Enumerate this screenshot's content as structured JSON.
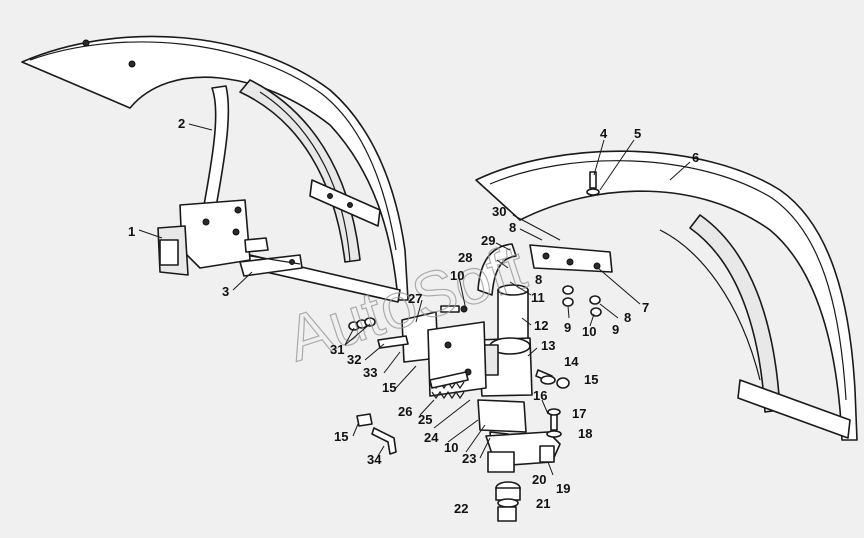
{
  "watermark": "AutoSoft",
  "callouts": [
    {
      "id": "c1",
      "label": "1"
    },
    {
      "id": "c2",
      "label": "2"
    },
    {
      "id": "c3",
      "label": "3"
    },
    {
      "id": "c4",
      "label": "4"
    },
    {
      "id": "c5",
      "label": "5"
    },
    {
      "id": "c6",
      "label": "6"
    },
    {
      "id": "c7",
      "label": "7"
    },
    {
      "id": "c8a",
      "label": "8"
    },
    {
      "id": "c8b",
      "label": "8"
    },
    {
      "id": "c8c",
      "label": "8"
    },
    {
      "id": "c9a",
      "label": "9"
    },
    {
      "id": "c9b",
      "label": "9"
    },
    {
      "id": "c10a",
      "label": "10"
    },
    {
      "id": "c10b",
      "label": "10"
    },
    {
      "id": "c10c",
      "label": "10"
    },
    {
      "id": "c11",
      "label": "11"
    },
    {
      "id": "c12",
      "label": "12"
    },
    {
      "id": "c13",
      "label": "13"
    },
    {
      "id": "c14",
      "label": "14"
    },
    {
      "id": "c15a",
      "label": "15"
    },
    {
      "id": "c15b",
      "label": "15"
    },
    {
      "id": "c15c",
      "label": "15"
    },
    {
      "id": "c16",
      "label": "16"
    },
    {
      "id": "c17",
      "label": "17"
    },
    {
      "id": "c18",
      "label": "18"
    },
    {
      "id": "c19",
      "label": "19"
    },
    {
      "id": "c20",
      "label": "20"
    },
    {
      "id": "c21",
      "label": "21"
    },
    {
      "id": "c22",
      "label": "22"
    },
    {
      "id": "c23",
      "label": "23"
    },
    {
      "id": "c24",
      "label": "24"
    },
    {
      "id": "c25",
      "label": "25"
    },
    {
      "id": "c26",
      "label": "26"
    },
    {
      "id": "c27",
      "label": "27"
    },
    {
      "id": "c28",
      "label": "28"
    },
    {
      "id": "c29",
      "label": "29"
    },
    {
      "id": "c30",
      "label": "30"
    },
    {
      "id": "c31",
      "label": "31"
    },
    {
      "id": "c32",
      "label": "32"
    },
    {
      "id": "c33",
      "label": "33"
    },
    {
      "id": "c34",
      "label": "34"
    }
  ]
}
